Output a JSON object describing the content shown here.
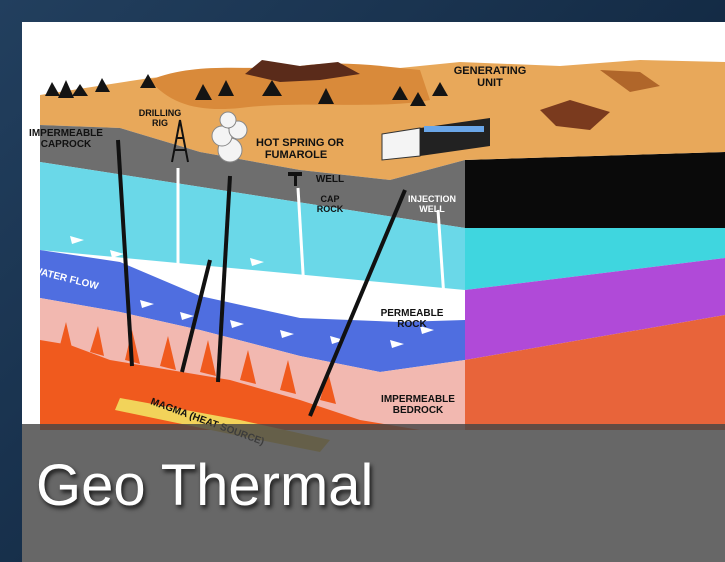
{
  "slide": {
    "caption": "Geo Thermal"
  },
  "diagram": {
    "labels": {
      "generating_unit": [
        "GENERATING",
        "UNIT"
      ],
      "drilling_rig": [
        "DRILLING",
        "RIG"
      ],
      "impermeable_caprock": [
        "IMPERMEABLE",
        "CAPROCK"
      ],
      "hot_spring": [
        "HOT SPRING OR",
        "FUMAROLE"
      ],
      "well": "WELL",
      "cap_rock": [
        "CAP",
        "ROCK"
      ],
      "injection_well": [
        "INJECTION",
        "WELL"
      ],
      "water_flow": "WATER FLOW",
      "permeable_rock": [
        "PERMEABLE",
        "ROCK"
      ],
      "impermeable_bedrock": [
        "IMPERMEABLE",
        "BEDROCK"
      ],
      "magma": "MAGMA (HEAT SOURCE)"
    },
    "colors": {
      "surface": "#e8a85a",
      "caprock": "#6e6e6e",
      "permeable_zone": "#6ad8e8",
      "water_flow": "#4f6ee0",
      "bedrock": "#f2b8b0",
      "magma": "#f05a1e",
      "side_purple": "#b04ad8",
      "side_orange": "#e8643a",
      "side_black": "#0a0a0a"
    }
  }
}
